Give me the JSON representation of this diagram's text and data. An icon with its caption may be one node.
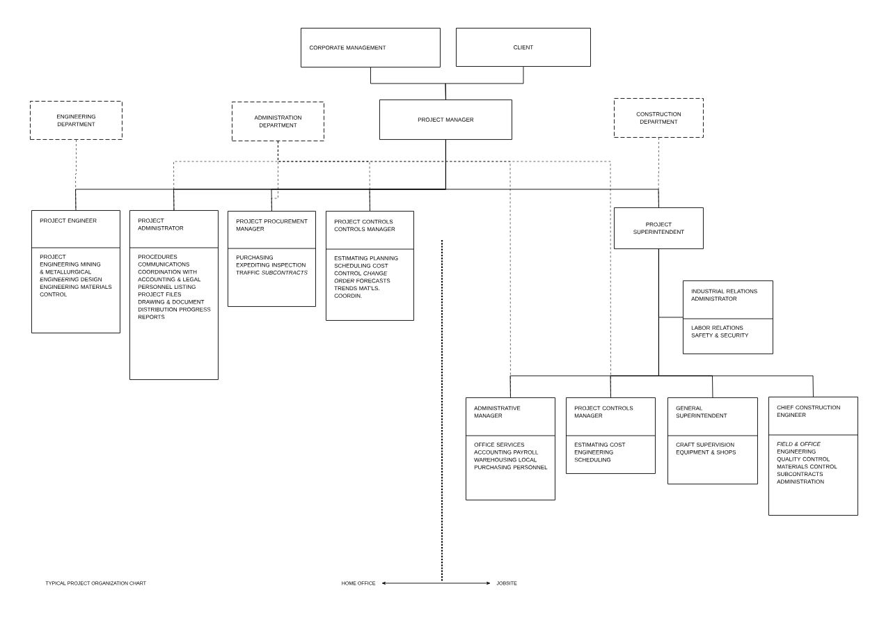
{
  "diagram": {
    "caption": "TYPICAL PROJECT ORGANIZATION CHART",
    "nodes": [
      {
        "text": [
          "CORPORATE MANAGEMENT"
        ]
      },
      {
        "text": [
          "CLIENT"
        ]
      },
      {
        "text": [
          "ENGINEERING DEPARTMENT"
        ]
      },
      {
        "text": [
          "ADMINISTRATION DEPARTMENT"
        ]
      },
      {
        "text": [
          "PROJECT MANAGER"
        ]
      },
      {
        "text": [
          "CONSTRUCTION DEPARTMENT"
        ]
      },
      {
        "text": [
          "PROJECT ENGINEER",
          "PROJECT ENGINEERING MINING & METALLURGICAL *ENGINEERING* DESIGN ENGINEERING MATERIALS CONTROL"
        ]
      },
      {
        "text": [
          "PROJECT ADMINISTRATOR",
          "PROCEDURES COMMUNICATIONS COORDINATION WITH ACCOUNTING & LEGAL PERSONNEL LISTING PROJECT FILES DRAWING & DOCUMENT DISTRIBUTION PROGRESS REPORTS"
        ]
      },
      {
        "text": [
          "PROJECT PROCUREMENT MANAGER",
          "PURCHASING EXPEDITING INSPECTION TRAFFIC *SUBCONTRACTS*"
        ]
      },
      {
        "text": [
          "PROJECT CONTROLS CONTROLS MANAGER",
          "ESTIMATING PLANNING SCHEDULING COST CONTROL *CHANGE ORDER* FORECASTS TRENDS MAT'LS. COORDIN."
        ]
      },
      {
        "text": [
          "PROJECT SUPERINTENDENT"
        ]
      },
      {
        "text": [
          "INDUSTRIAL RELATIONS ADMINISTRATOR",
          "LABOR RELATIONS SAFETY & SECURITY"
        ]
      },
      {
        "text": [
          "ADMINISTRATIVE MANAGER",
          "OFFICE SERVICES ACCOUNTING PAYROLL WAREHOUSING LOCAL PURCHASING PERSONNEL"
        ]
      },
      {
        "text": [
          "PROJECT CONTROLS MANAGER",
          "ESTIMATING COST ENGINEERING SCHEDULING"
        ]
      },
      {
        "text": [
          "GENERAL SUPERINTENDENT",
          "CRAFT SUPERVISION EQUIPMENT & SHOPS"
        ]
      },
      {
        "text": [
          "CHIEF CONSTRUCTION ENGINEER",
          "*FIELD & OFFICE* ENGINEERING QUALITY CONTROL MATERIALS CONTROL SUBCONTRACTS ADMINISTRATION"
        ]
      }
    ],
    "edges": [
      {
        "from": 0,
        "to": 4,
        "arrow": "none"
      },
      {
        "from": 1,
        "to": 4,
        "arrow": "none"
      },
      {
        "from": 4,
        "to": 6,
        "arrow": "none"
      },
      {
        "from": 4,
        "to": 7,
        "arrow": "none"
      },
      {
        "from": 4,
        "to": 8,
        "arrow": "none"
      },
      {
        "from": 4,
        "to": 9,
        "arrow": "none"
      },
      {
        "from": 4,
        "to": 10,
        "arrow": "none"
      },
      {
        "from": 2,
        "to": 6,
        "arrow": "none",
        "style": "dashed"
      },
      {
        "from": 3,
        "to": 8,
        "arrow": "none",
        "style": "dashed"
      },
      {
        "from": 3,
        "to": 7,
        "arrow": "none",
        "style": "dashed"
      },
      {
        "from": 3,
        "to": 9,
        "arrow": "none",
        "style": "dashed"
      },
      {
        "from": 3,
        "to": 12,
        "arrow": "none",
        "style": "dashed"
      },
      {
        "from": 3,
        "to": 13,
        "arrow": "none",
        "style": "dashed"
      },
      {
        "from": 5,
        "to": 10,
        "arrow": "none",
        "style": "dashed"
      },
      {
        "from": 10,
        "to": 11,
        "arrow": "none"
      },
      {
        "from": 10,
        "to": 12,
        "arrow": "none"
      },
      {
        "from": 10,
        "to": 13,
        "arrow": "none"
      },
      {
        "from": 10,
        "to": 14,
        "arrow": "none"
      },
      {
        "from": 10,
        "to": 15,
        "arrow": "none"
      }
    ],
    "labels": [
      "HOME OFFICE",
      "JOBSITE"
    ]
  }
}
